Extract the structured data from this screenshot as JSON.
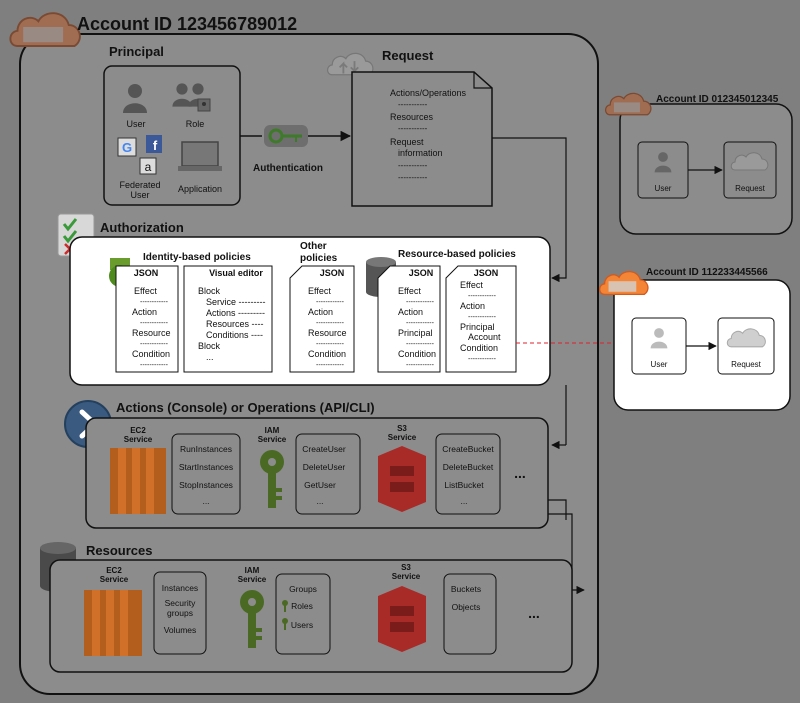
{
  "colors": {
    "background_dim": "#7f7f7f",
    "panel": "#8c8c8c",
    "aws_orange": "#f58536",
    "aws_orange_dark": "#d15a1e",
    "ec2": "#e8711e",
    "iam": "#6a9b2d",
    "s3": "#c7322f",
    "dashed_link": "#e0202a"
  },
  "main_account": {
    "title": "Account ID 123456789012"
  },
  "principal": {
    "title": "Principal",
    "user": "User",
    "role": "Role",
    "federated": [
      "Federated",
      "User"
    ],
    "application": "Application",
    "authentication": "Authentication"
  },
  "request": {
    "title": "Request",
    "lines": [
      "Actions/Operations",
      "-----------",
      "Resources",
      "-----------",
      "Request",
      "information",
      "-----------",
      "-----------"
    ]
  },
  "account_b": {
    "title": "Account ID 012345012345",
    "user": "User",
    "request": "Request"
  },
  "account_c": {
    "title": "Account ID 112233445566",
    "user": "User",
    "request": "Request"
  },
  "authorization": {
    "title": "Authorization",
    "identity_title": "Identity-based policies",
    "json_doc": {
      "header": "JSON",
      "lines": [
        "Effect",
        "------------",
        "Action",
        "------------",
        "Resource",
        "------------",
        "Condition",
        "------------"
      ]
    },
    "visual_doc": {
      "header": "Visual editor",
      "lines": [
        "Block",
        "Service ---------",
        "Actions ---------",
        "Resources ----",
        "Conditions ----",
        "Block",
        "..."
      ]
    },
    "other_title": [
      "Other",
      "policies"
    ],
    "other_doc": {
      "header": "JSON",
      "lines": [
        "Effect",
        "------------",
        "Action",
        "------------",
        "Resource",
        "------------",
        "Condition",
        "------------"
      ]
    },
    "resource_title": "Resource-based policies",
    "res_doc1": {
      "header": "JSON",
      "lines": [
        "Effect",
        "------------",
        "Action",
        "------------",
        "Principal",
        "------------",
        "Condition",
        "------------"
      ]
    },
    "res_doc2": {
      "header": "JSON",
      "lines": [
        "Effect",
        "------------",
        "Action",
        "------------",
        "Principal",
        "Account",
        "Condition",
        "------------"
      ]
    }
  },
  "actions": {
    "title": "Actions (Console) or Operations (API/CLI)",
    "ec2": {
      "label": [
        "EC2",
        "Service"
      ],
      "items": [
        "RunInstances",
        "StartInstances",
        "StopInstances",
        "..."
      ]
    },
    "iam": {
      "label": [
        "IAM",
        "Service"
      ],
      "items": [
        "CreateUser",
        "DeleteUser",
        "GetUser",
        "..."
      ]
    },
    "s3": {
      "label": [
        "S3",
        "Service"
      ],
      "items": [
        "CreateBucket",
        "DeleteBucket",
        "ListBucket",
        "..."
      ]
    },
    "more": "..."
  },
  "resources": {
    "title": "Resources",
    "ec2": {
      "label": [
        "EC2",
        "Service"
      ],
      "items": [
        "Instances",
        "Security",
        "groups",
        "Volumes"
      ]
    },
    "iam": {
      "label": [
        "IAM",
        "Service"
      ],
      "items": [
        "Groups",
        "Roles",
        "Users"
      ]
    },
    "s3": {
      "label": [
        "S3",
        "Service"
      ],
      "items": [
        "Buckets",
        "Objects"
      ]
    },
    "more": "..."
  }
}
